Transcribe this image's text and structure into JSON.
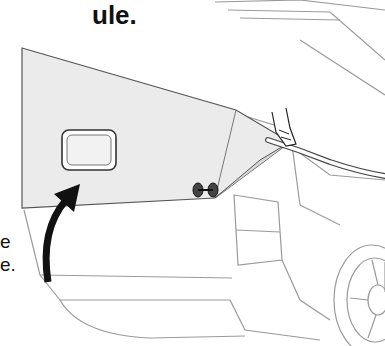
{
  "diagram": {
    "labels": [
      "ule.",
      "e",
      "e."
    ]
  }
}
